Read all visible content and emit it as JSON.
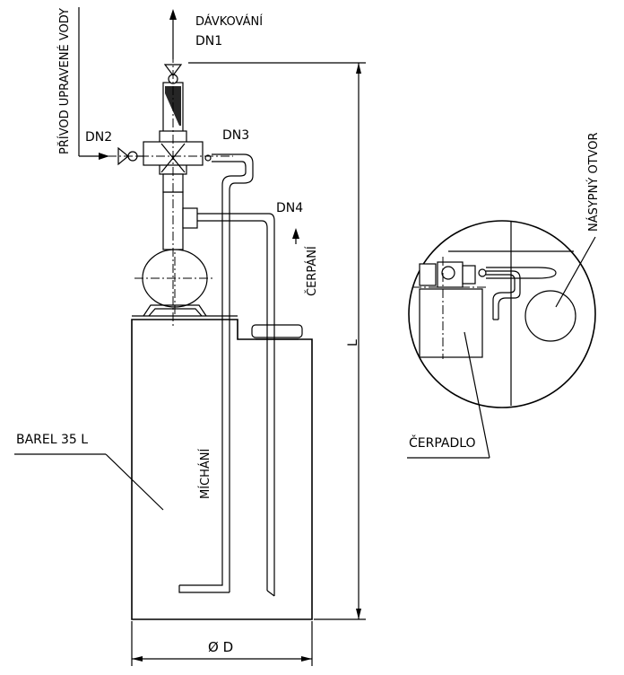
{
  "labels": {
    "davkovani": "DÁVKOVÁNÍ",
    "dn1": "DN1",
    "dn2": "DN2",
    "dn3": "DN3",
    "dn4": "DN4",
    "privod": "PŘÍVOD UPRAVENÉ VODY",
    "cerpani": "ČERPÁNÍ",
    "barel": "BAREL 35 L",
    "michani": "MÍCHÁNÍ",
    "dim_l": "L",
    "dim_d": "Ø D",
    "nasypny": "NÁSYPNÝ OTVOR",
    "cerpadlo": "ČERPADLO"
  },
  "colors": {
    "line": "#000000",
    "background": "#ffffff"
  }
}
